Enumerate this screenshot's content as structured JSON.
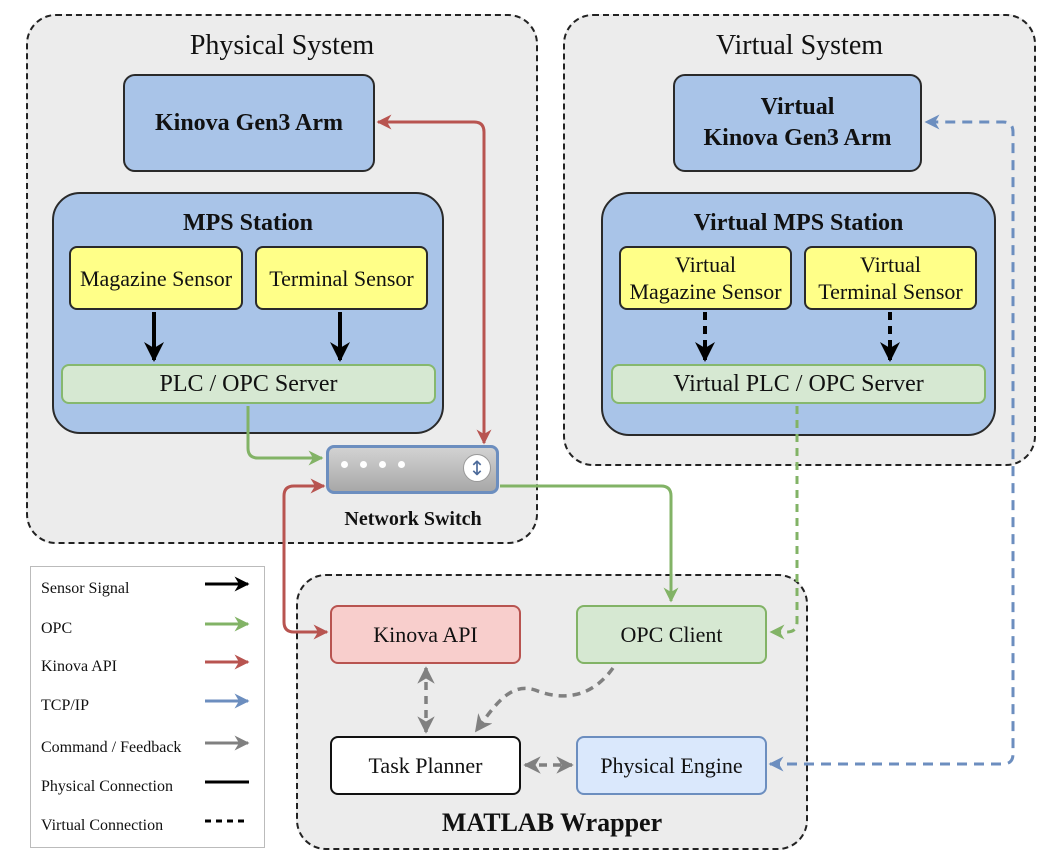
{
  "physical": {
    "title": "Physical System",
    "arm": "Kinova Gen3 Arm",
    "station": "MPS Station",
    "magazine": "Magazine Sensor",
    "terminal": "Terminal Sensor",
    "plc": "PLC / OPC Server",
    "switch": "Network Switch"
  },
  "virtual": {
    "title": "Virtual System",
    "arm_line1": "Virtual",
    "arm_line2": "Kinova Gen3 Arm",
    "station": "Virtual MPS Station",
    "magazine_line1": "Virtual",
    "magazine_line2": "Magazine Sensor",
    "terminal_line1": "Virtual",
    "terminal_line2": "Terminal Sensor",
    "plc": "Virtual PLC / OPC Server"
  },
  "matlab": {
    "title": "MATLAB Wrapper",
    "kinova_api": "Kinova API",
    "opc_client": "OPC Client",
    "task_planner": "Task Planner",
    "physical_engine": "Physical Engine"
  },
  "legend": {
    "items": [
      {
        "label": "Sensor Signal",
        "color": "#000000",
        "style": "arrow"
      },
      {
        "label": "OPC",
        "color": "#82b366",
        "style": "arrow"
      },
      {
        "label": "Kinova API",
        "color": "#b85450",
        "style": "arrow"
      },
      {
        "label": "TCP/IP",
        "color": "#6c8ebf",
        "style": "arrow"
      },
      {
        "label": "Command / Feedback",
        "color": "#808080",
        "style": "arrow"
      },
      {
        "label": "Physical Connection",
        "color": "#000000",
        "style": "solid"
      },
      {
        "label": "Virtual Connection",
        "color": "#000000",
        "style": "dashed"
      }
    ]
  },
  "colors": {
    "sensor": "#000000",
    "opc": "#82b366",
    "kinova": "#b85450",
    "tcp": "#6c8ebf",
    "command": "#808080"
  }
}
